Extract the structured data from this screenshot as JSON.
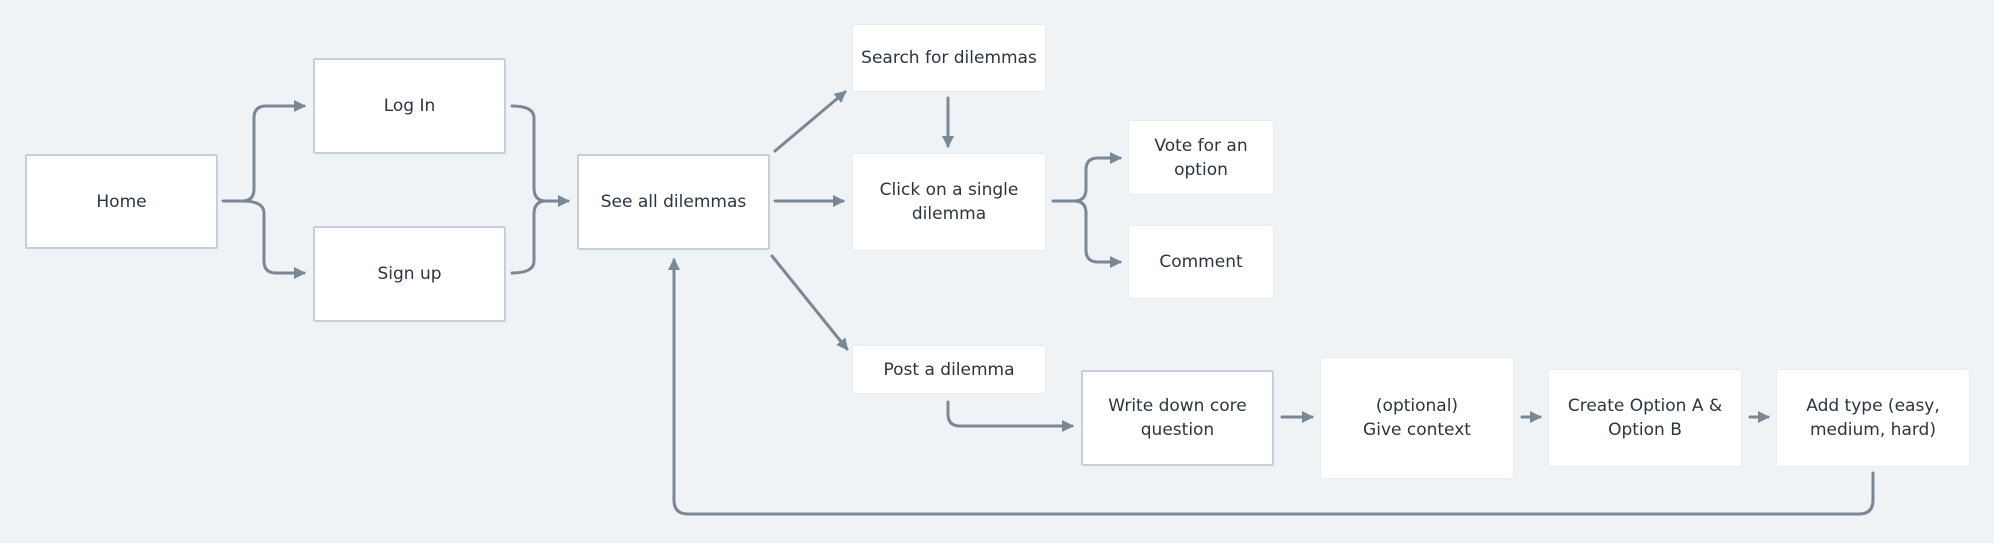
{
  "nodes": {
    "home": "Home",
    "login": "Log In",
    "signup": "Sign up",
    "see_all": "See all dilemmas",
    "search": "Search for dilemmas",
    "click_single": "Click on a single\ndilemma",
    "vote": "Vote for an\noption",
    "comment": "Comment",
    "post": "Post a dilemma",
    "write_question": "Write down core\nquestion",
    "give_context": "(optional)\nGive context",
    "create_options": "Create Option A &\nOption B",
    "add_type": "Add type (easy,\nmedium, hard)"
  },
  "colors": {
    "background": "#eff3f6",
    "node_fill": "#ffffff",
    "node_border": "#c5cfd9",
    "connector": "#7a8896",
    "text": "#2b3440"
  }
}
